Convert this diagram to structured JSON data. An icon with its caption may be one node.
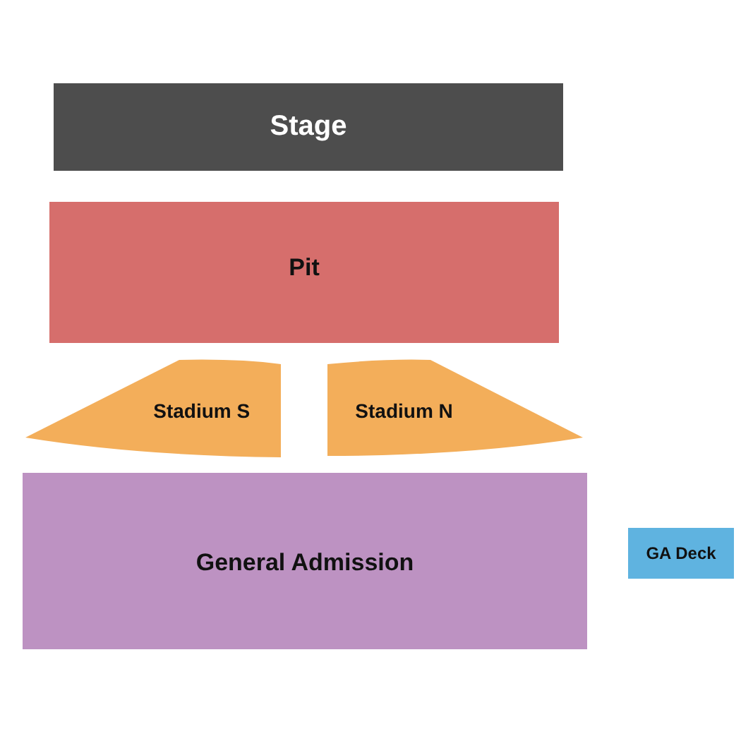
{
  "diagram": {
    "nodes": [
      {
        "text": [
          "Stage"
        ]
      },
      {
        "text": [
          "Pit"
        ]
      },
      {
        "text": [
          "Stadium S"
        ]
      },
      {
        "text": [
          "Stadium N"
        ]
      },
      {
        "text": [
          "General Admission"
        ]
      },
      {
        "text": [
          "GA Deck"
        ]
      }
    ]
  }
}
